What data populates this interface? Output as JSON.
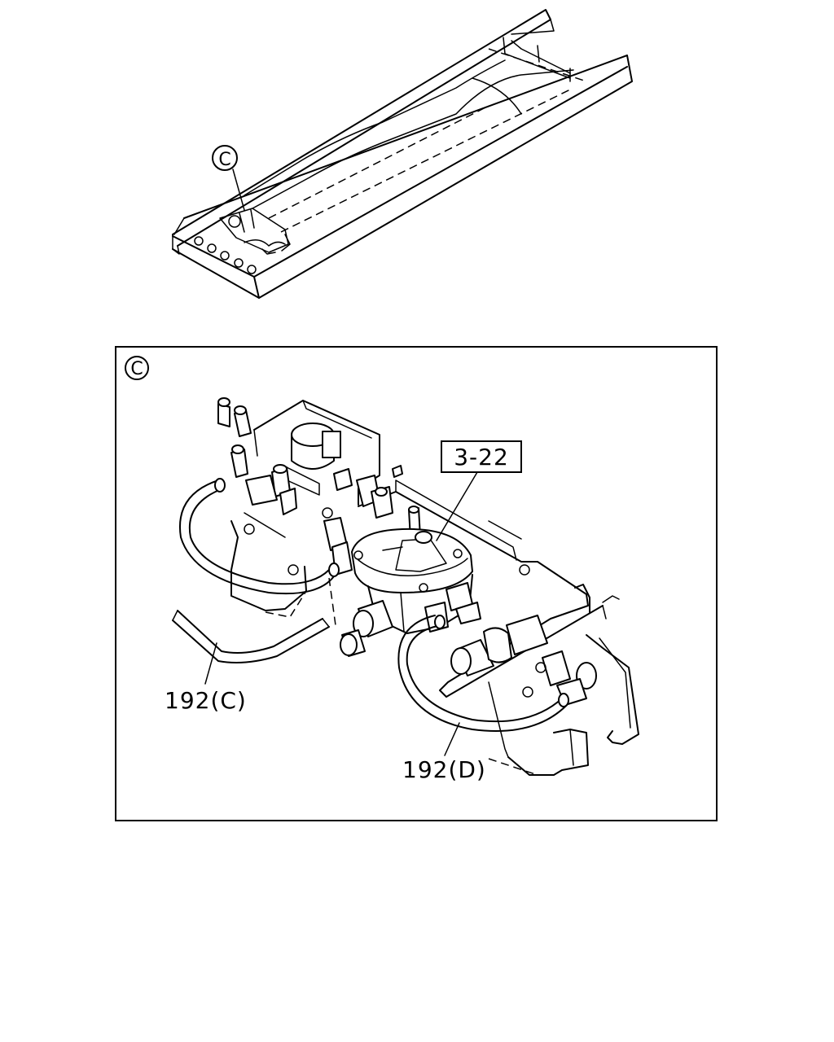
{
  "overview": {
    "detail_marker": "C"
  },
  "detail": {
    "marker": "C",
    "ref_label": "3-22",
    "parts": [
      {
        "label": "192(C)"
      },
      {
        "label": "192(D)"
      }
    ]
  }
}
